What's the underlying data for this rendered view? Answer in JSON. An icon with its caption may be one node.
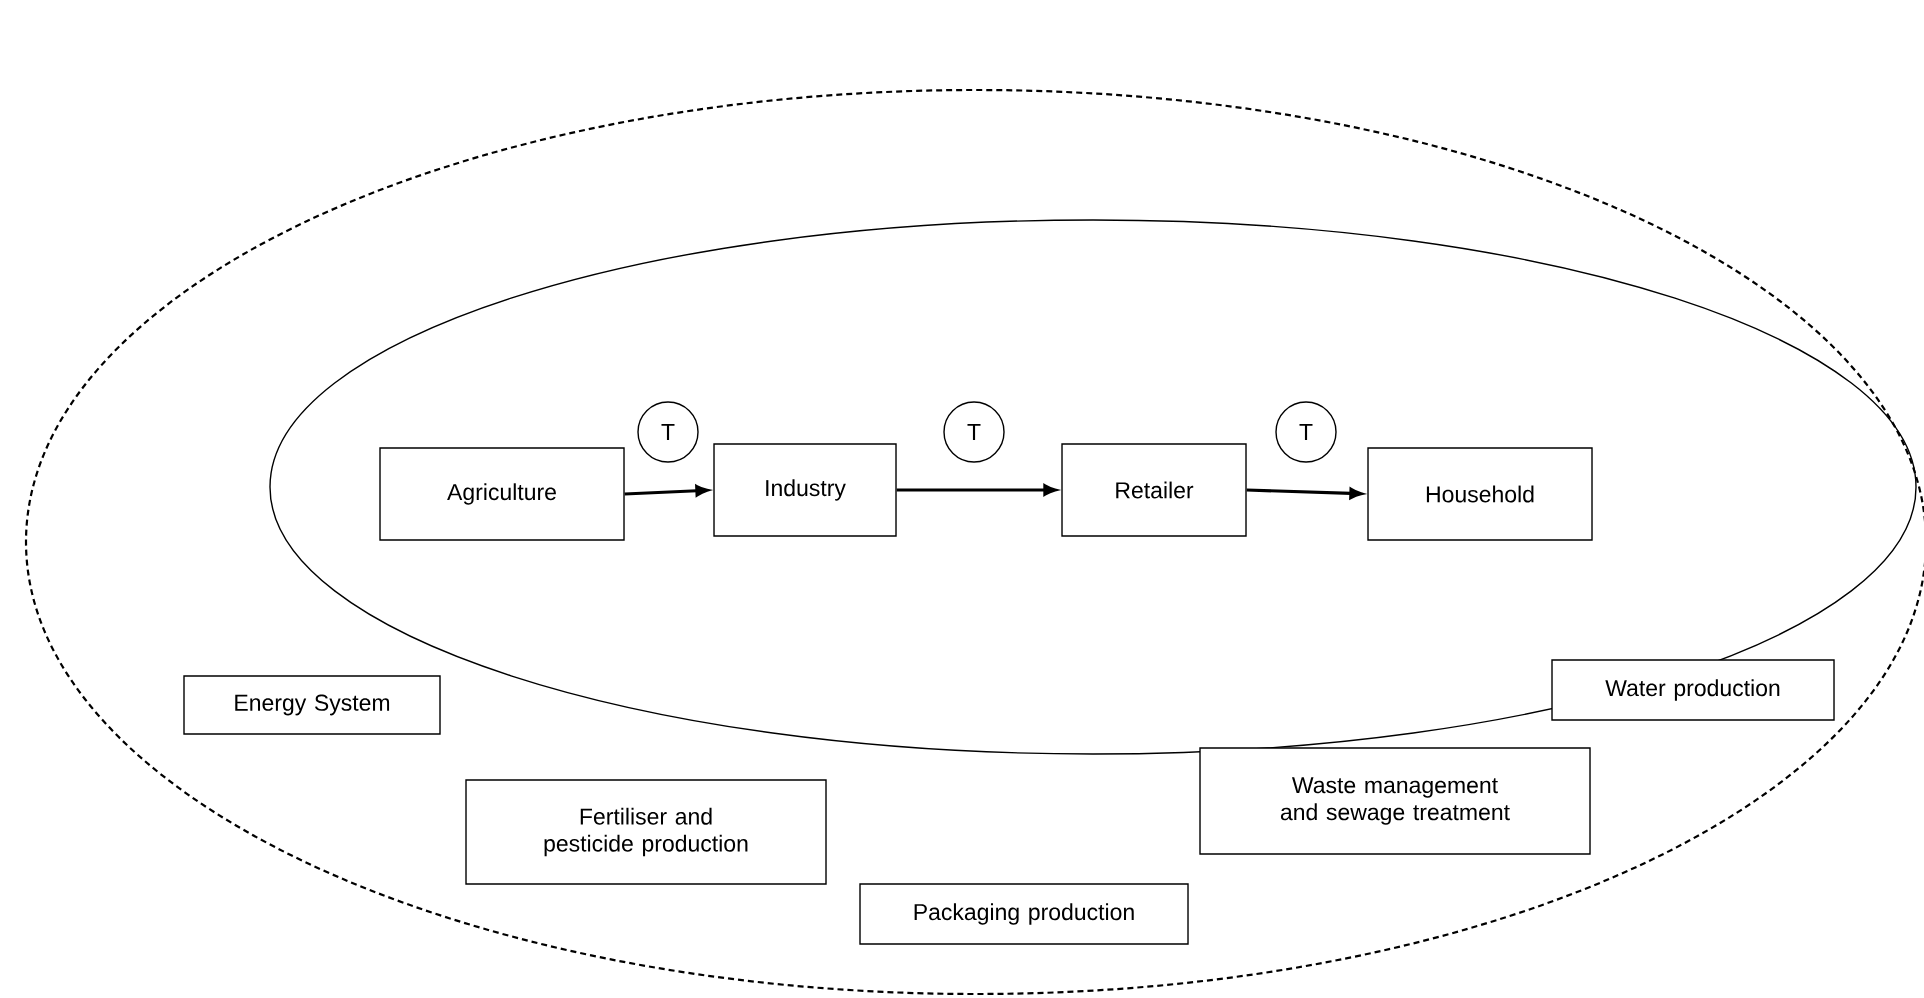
{
  "diagram": {
    "nodes": [
      {
        "text": [],
        "shape": "ellipse"
      },
      {
        "text": [],
        "shape": "ellipse",
        "in": 0
      },
      {
        "text": [
          "Agriculture"
        ],
        "in": 1
      },
      {
        "text": [
          "Industry"
        ],
        "in": 1
      },
      {
        "text": [
          "Retailer"
        ],
        "in": 1
      },
      {
        "text": [
          "Household"
        ],
        "in": 1
      },
      {
        "text": [
          "T"
        ],
        "in": 1
      },
      {
        "text": [
          "T"
        ],
        "in": 1
      },
      {
        "text": [
          "T"
        ],
        "in": 1
      },
      {
        "text": [
          "Energy System"
        ],
        "in": 0
      },
      {
        "text": [
          "Water production"
        ],
        "in": 0
      },
      {
        "text": [
          "Waste management and sewage treatment"
        ],
        "in": 0
      },
      {
        "text": [
          "Fertiliser and pesticide production"
        ],
        "in": 0
      },
      {
        "text": [
          "Packaging production"
        ],
        "in": 0
      }
    ],
    "edges": [
      {
        "from": 2,
        "to": 3,
        "arrow": "to"
      },
      {
        "from": 3,
        "to": 4,
        "arrow": "to"
      },
      {
        "from": 4,
        "to": 5,
        "arrow": "to"
      }
    ]
  }
}
